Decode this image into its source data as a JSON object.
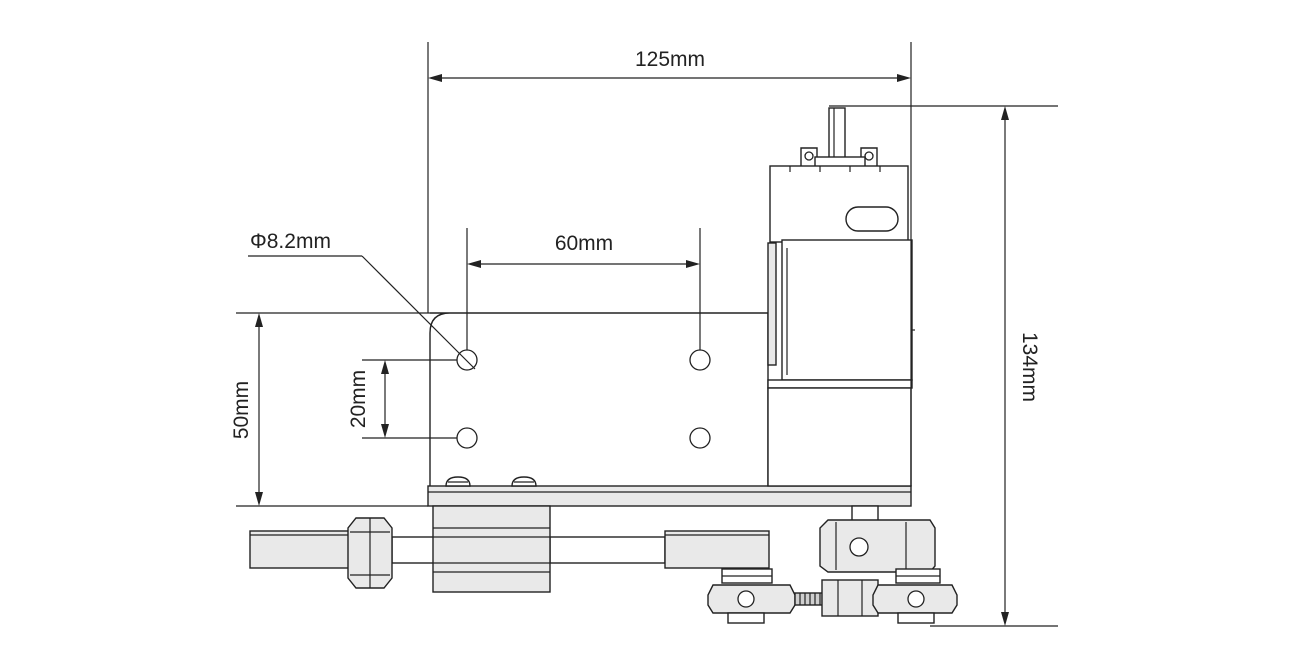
{
  "dimensions": {
    "width_total": "125mm",
    "height_total": "134mm",
    "hole_spacing_horizontal": "60mm",
    "hole_spacing_vertical": "20mm",
    "bracket_height": "50mm",
    "hole_diameter": "Φ8.2mm"
  },
  "colors": {
    "line": "#222222",
    "background": "#ffffff",
    "shade": "#e9e9e9"
  }
}
